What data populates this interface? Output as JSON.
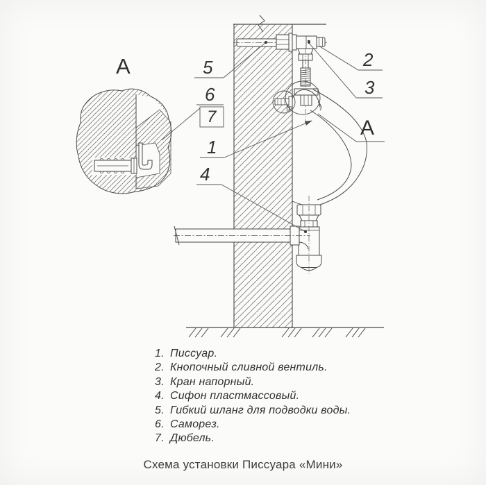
{
  "title": "Схема установки Писсуара «Мини»",
  "callouts": {
    "n1": "1",
    "n2": "2",
    "n3": "3",
    "n4": "4",
    "n5": "5",
    "n6": "6",
    "n7": "7",
    "detail_left": "А",
    "detail_right": "А"
  },
  "legend": {
    "items": [
      {
        "num": "1.",
        "text": "Писсуар."
      },
      {
        "num": "2.",
        "text": "Кнопочный сливной вентиль."
      },
      {
        "num": "3.",
        "text": "Кран напорный."
      },
      {
        "num": "4.",
        "text": "Сифон пластмассовый."
      },
      {
        "num": "5.",
        "text": "Гибкий шланг для подводки воды."
      },
      {
        "num": "6.",
        "text": "Саморез."
      },
      {
        "num": "7.",
        "text": "Дюбель."
      }
    ]
  },
  "colors": {
    "line": "#474747",
    "hatch": "#7a7a7a",
    "leader": "#565656",
    "text": "#2f2f2f"
  }
}
